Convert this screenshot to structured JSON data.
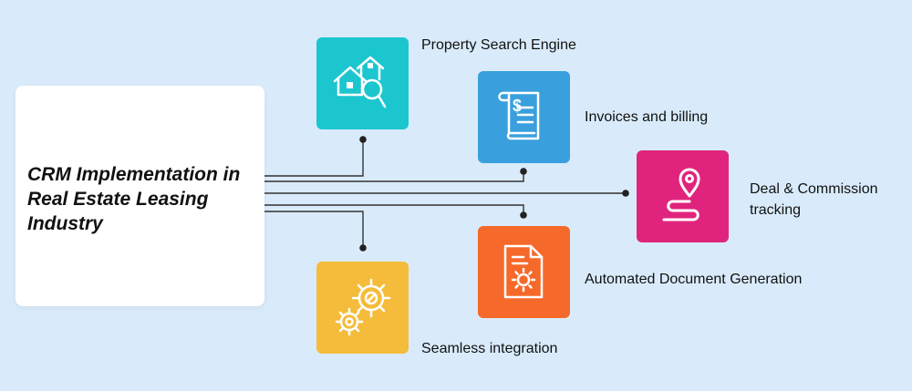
{
  "title": "CRM Implementation in Real Estate Leasing Industry",
  "items": [
    {
      "label": "Property Search Engine",
      "icon": "house-search-icon",
      "color": "#1cc6cf"
    },
    {
      "label": "Invoices and billing",
      "icon": "invoice-scroll-icon",
      "color": "#3aa0dd"
    },
    {
      "label": "Deal & Commission tracking",
      "icon": "location-route-icon",
      "color": "#e0247d"
    },
    {
      "label": "Automated Document Generation",
      "icon": "document-gear-icon",
      "color": "#f5692a"
    },
    {
      "label": "Seamless integration",
      "icon": "gears-icon",
      "color": "#f5bc3b"
    }
  ]
}
